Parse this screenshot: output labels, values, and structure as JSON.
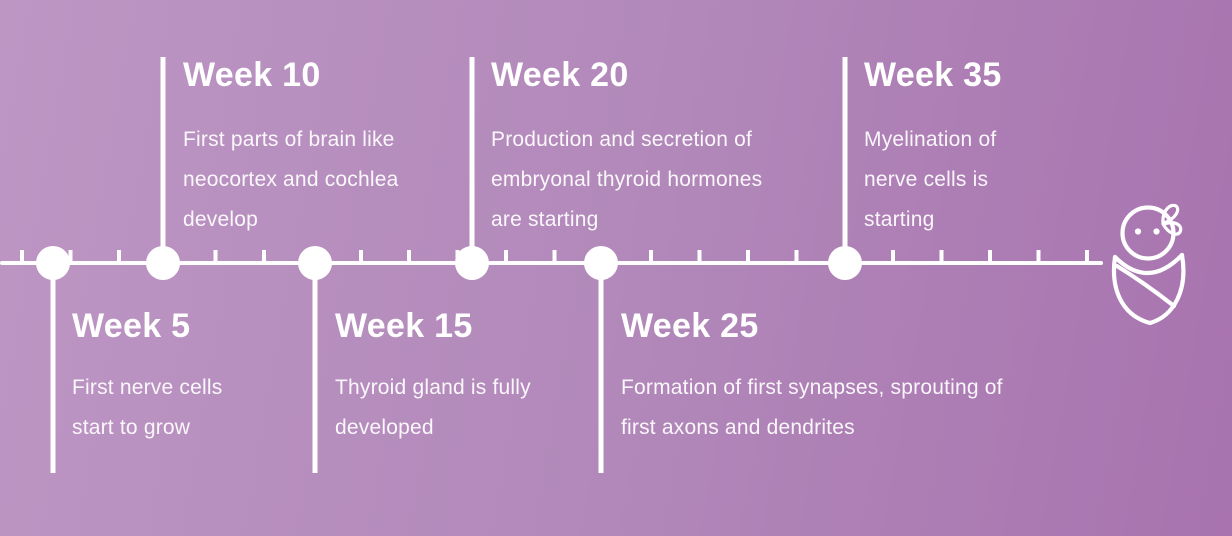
{
  "background": {
    "gradient_start": "#bd96c4",
    "gradient_mid": "#b289ba",
    "gradient_end": "#a873af"
  },
  "timeline": {
    "line_color": "#ffffff",
    "icon": "swaddled-baby-icon",
    "events": [
      {
        "id": "week-5",
        "week": "Week 5",
        "side": "below",
        "lines": [
          "First nerve cells",
          "start to grow"
        ]
      },
      {
        "id": "week-10",
        "week": "Week 10",
        "side": "above",
        "lines": [
          "First parts of brain like",
          "neocortex and cochlea",
          "develop"
        ]
      },
      {
        "id": "week-15",
        "week": "Week 15",
        "side": "below",
        "lines": [
          "Thyroid gland is fully",
          "developed"
        ]
      },
      {
        "id": "week-20",
        "week": "Week 20",
        "side": "above",
        "lines": [
          "Production and secretion of",
          "embryonal thyroid hormones",
          "are starting"
        ]
      },
      {
        "id": "week-25",
        "week": "Week 25",
        "side": "below",
        "lines": [
          "Formation of first synapses, sprouting of",
          "first axons and dendrites"
        ]
      },
      {
        "id": "week-35",
        "week": "Week 35",
        "side": "above",
        "lines": [
          "Myelination of",
          "nerve cells is",
          "starting"
        ]
      }
    ]
  }
}
